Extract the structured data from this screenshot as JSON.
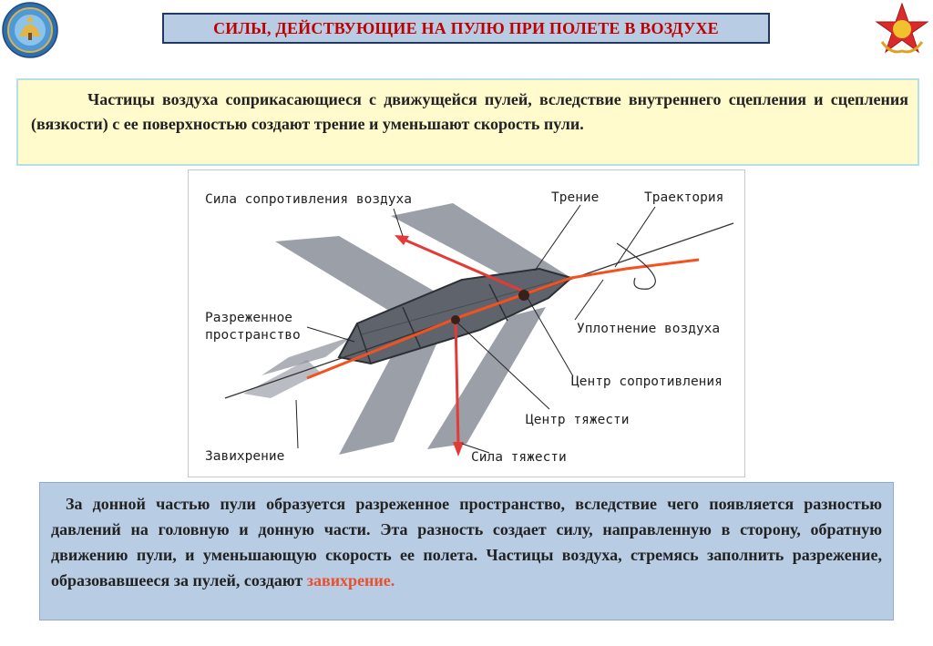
{
  "header": {
    "title": "СИЛЫ, ДЕЙСТВУЮЩИЕ НА  ПУЛЮ  ПРИ ПОЛЕТЕ В ВОЗДУХЕ",
    "left_emblem_icon": "round-institutional-emblem",
    "right_emblem_icon": "red-star-sun-emblem"
  },
  "top_note": {
    "text": "Частицы воздуха соприкасающиеся с движущейся пулей, вследствие внутреннего сцепления и сцепления (вязкости) с ее поверхностью создают трение и уменьшают скорость пули."
  },
  "diagram": {
    "labels": {
      "air_resistance": "Сила сопротивления воздуха",
      "friction": "Трение",
      "trajectory": "Траектория",
      "rarefied_1": "Разреженное",
      "rarefied_2": "пространство",
      "compression": "Уплотнение воздуха",
      "resistance_center": "Центр сопротивления",
      "gravity_center": "Центр тяжести",
      "turbulence": "Завихрение",
      "gravity_force": "Сила тяжести"
    },
    "colors": {
      "force_arrow": "#e53935",
      "trajectory": "#f4511e",
      "shock_gray": "#8a8f99"
    }
  },
  "bottom_note": {
    "text_main": "За донной частью пули образуется разреженное пространство, вследствие чего появляется разностью давлений на головную и донную части. Эта разность создает силу, направленную в сторону, обратную движению пули, и уменьшающую скорость ее полета. Частицы воздуха, стремясь заполнить разрежение, образовавшееся за пулей, создают ",
    "text_highlight": "завихрение."
  }
}
